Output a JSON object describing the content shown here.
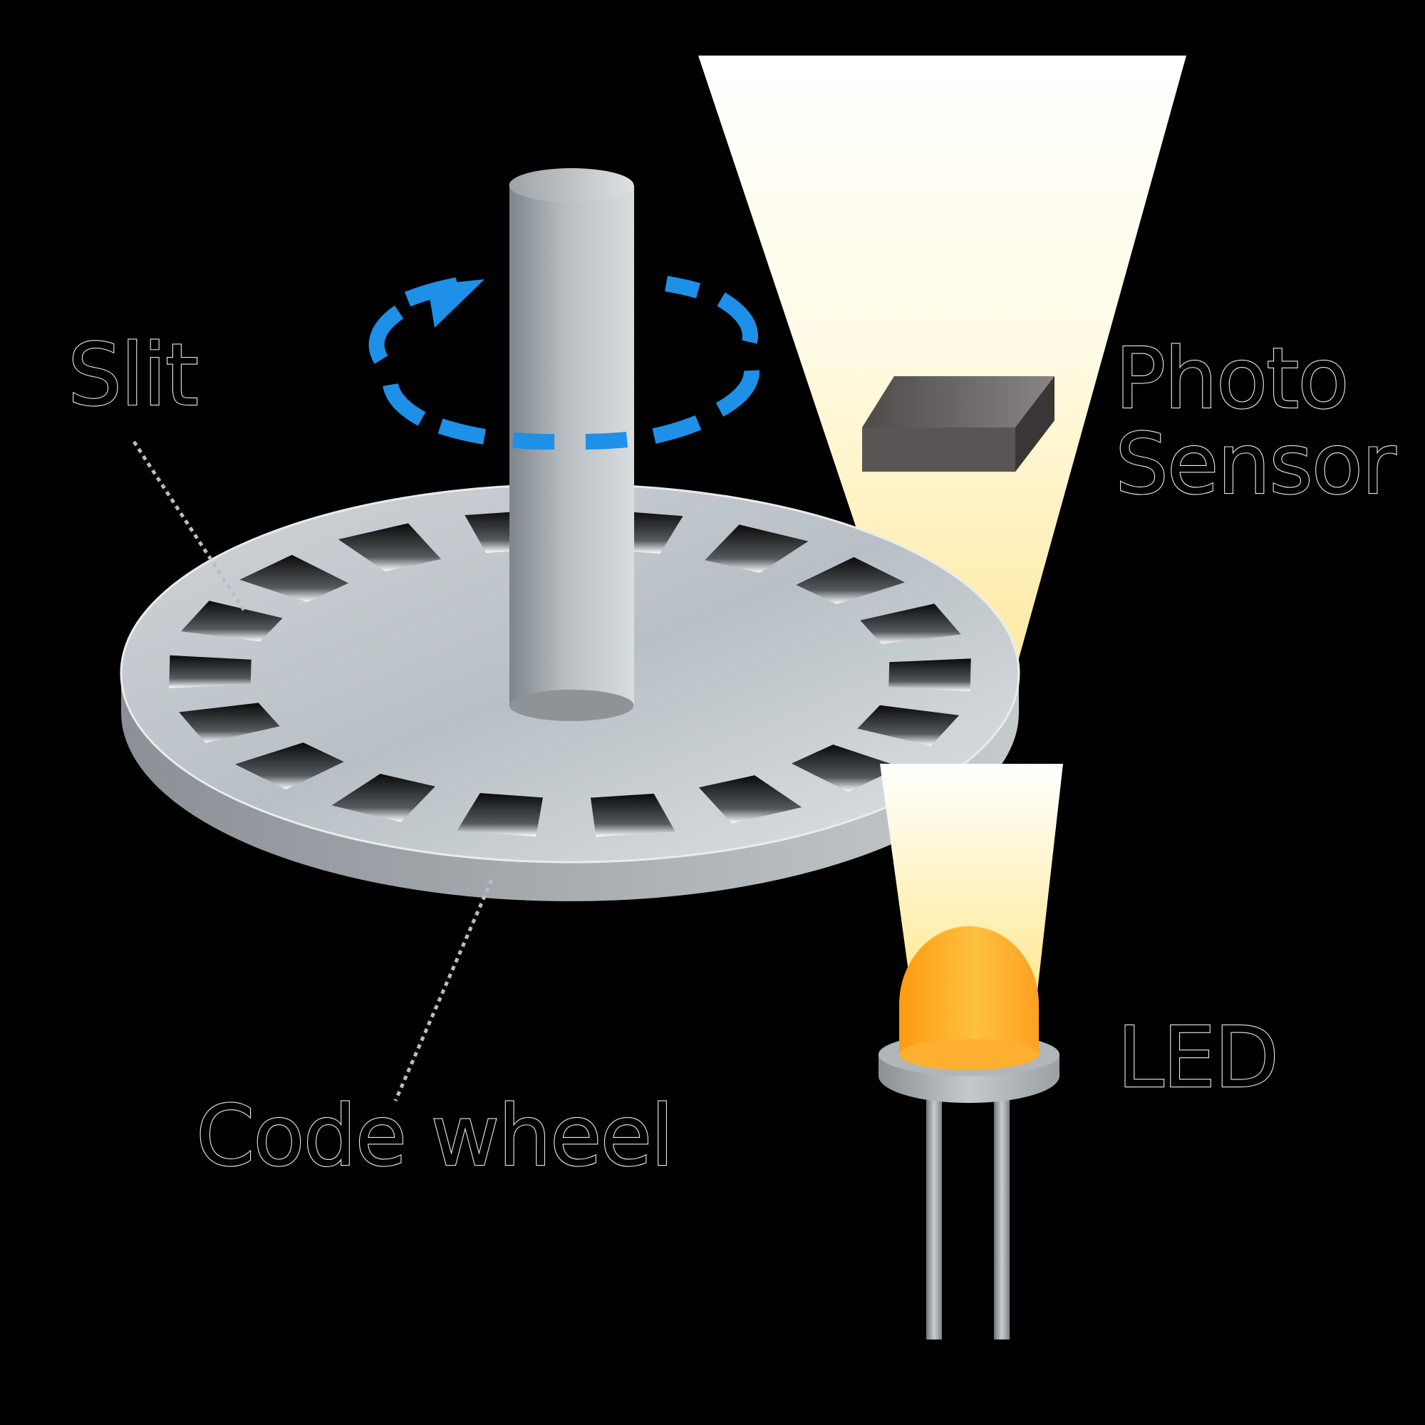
{
  "labels": {
    "slit": "Slit",
    "photo_sensor_line1": "Photo",
    "photo_sensor_line2": "Sensor",
    "led": "LED",
    "code_wheel": "Code wheel"
  },
  "colors": {
    "background": "#000000",
    "rotation_arrow": "#1e90e8",
    "led_body": "#ffa020",
    "light_beam": "#fff4b0",
    "label_outline": "#e8e8e8"
  },
  "icons": {
    "rotation": "dashed-circular-arrow",
    "shaft": "cylinder",
    "sensor": "chip-block",
    "led": "led-bulb"
  }
}
